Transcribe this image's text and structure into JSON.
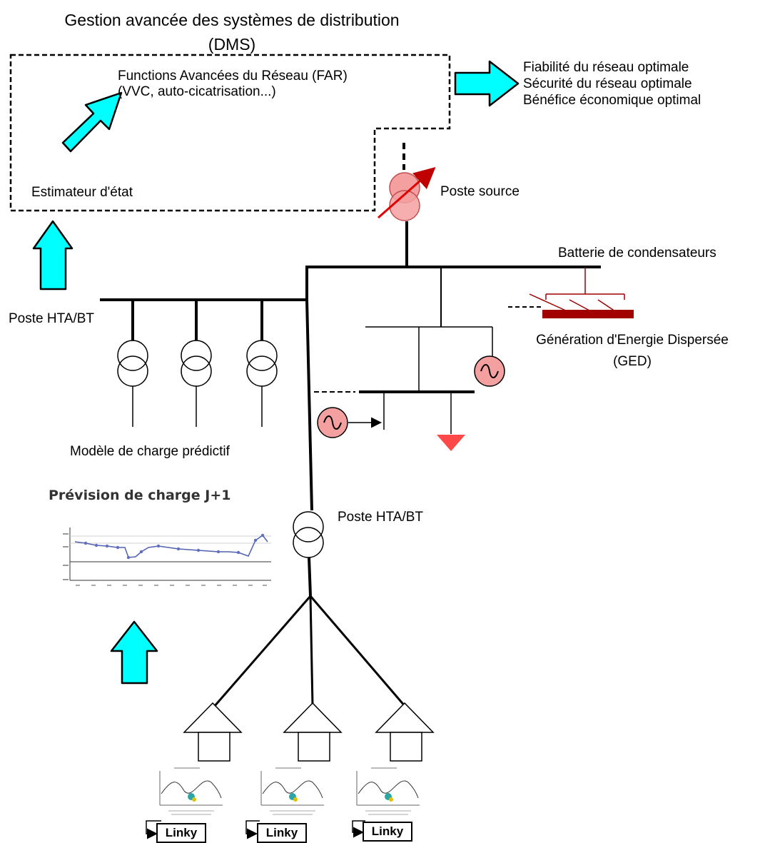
{
  "title": {
    "line1": "Gestion avancée des systèmes de distribution",
    "line2": "(DMS)"
  },
  "dms_box": {
    "far_line1": "Functions Avancées du Réseau (FAR)",
    "far_line2": "(VVC, auto-cicatrisation...)",
    "estimator": "Estimateur d'état"
  },
  "outcomes": [
    "Fiabilité du réseau optimale",
    "Sécurité du réseau optimale",
    "Bénéfice économique optimal"
  ],
  "labels": {
    "poste_source": "Poste source",
    "batterie": "Batterie de condensateurs",
    "poste_hta_bt_left": "Poste HTA/BT",
    "ged_line1": "Génération d'Energie Dispersée",
    "ged_line2": "(GED)",
    "modele_charge": "Modèle de charge prédictif",
    "poste_hta_bt_center": "Poste HTA/BT"
  },
  "forecast": {
    "title": "Prévision de charge J+1"
  },
  "linky": [
    "Linky",
    "Linky",
    "Linky"
  ],
  "colors": {
    "arrow_fill": "#00ffff",
    "transformer_fill": "#f08080",
    "capacitor": "#a00000",
    "ground": "#ff4040",
    "source_slash": "#ff0000"
  }
}
